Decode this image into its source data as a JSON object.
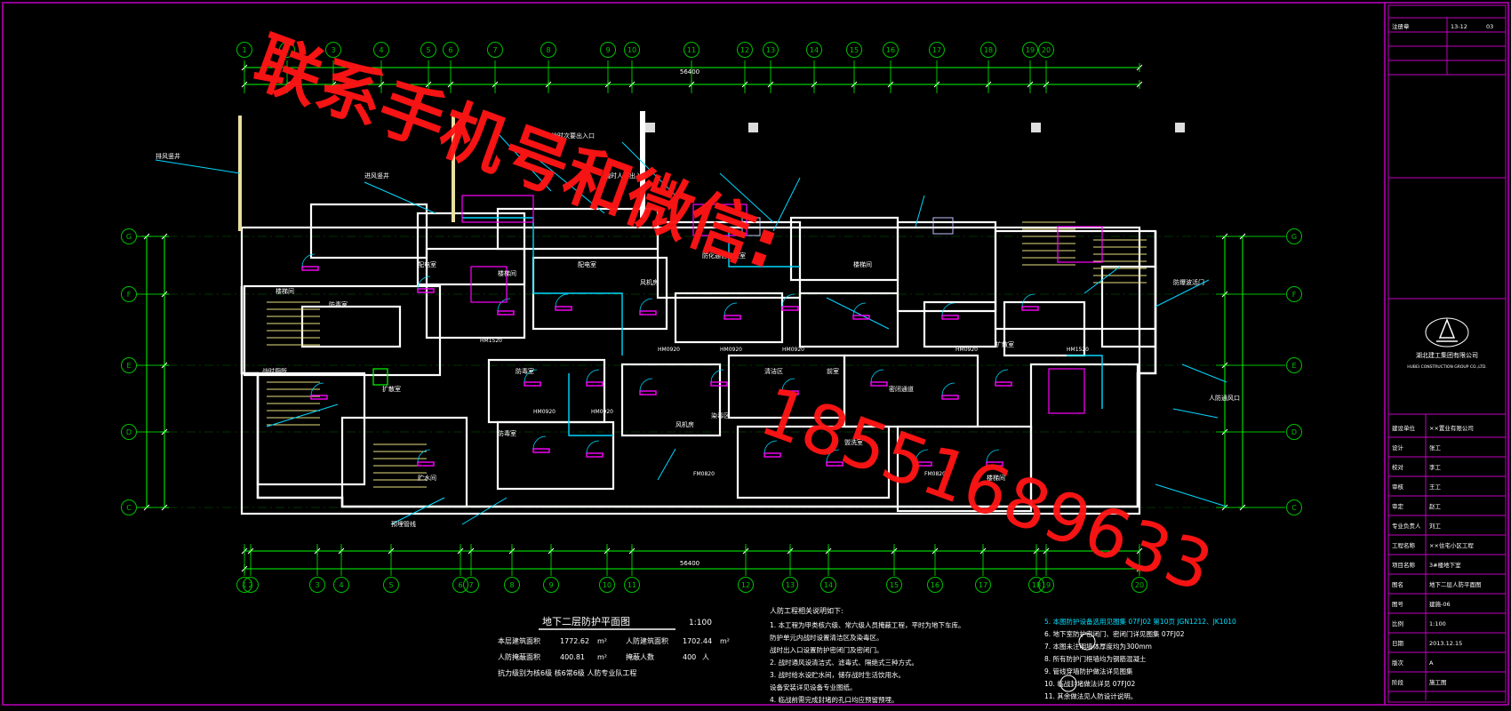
{
  "drawing": {
    "title": "地下二层防护平面图",
    "scale": "1:100",
    "grid_top": [
      "1",
      "2",
      "3",
      "4",
      "5",
      "6",
      "7",
      "8",
      "9",
      "10",
      "11",
      "12",
      "13",
      "14",
      "15",
      "16",
      "17",
      "18",
      "19",
      "20"
    ],
    "grid_bottom": [
      "1",
      "2",
      "3",
      "4",
      "5",
      "6",
      "7",
      "8",
      "9",
      "10",
      "11",
      "12",
      "13",
      "14",
      "15",
      "16",
      "17",
      "18",
      "19",
      "20"
    ],
    "grid_left": [
      "G",
      "F",
      "E",
      "D",
      "C"
    ],
    "grid_right": [
      "G",
      "F",
      "E",
      "D",
      "C"
    ],
    "overall_dim": "56400",
    "rooms": [
      "楼梯间",
      "防毒室",
      "配电室",
      "战时厕所",
      "扩散室",
      "楼梯间",
      "防化通信值班室",
      "配电室",
      "防毒室",
      "风机房",
      "楼梯间",
      "前室",
      "密闭通道",
      "清洁区",
      "染毒区",
      "扩散室",
      "防毒室",
      "风机房",
      "盥洗室",
      "楼梯间",
      "贮水间"
    ],
    "doors": [
      "HM0920",
      "HM0920",
      "HM0920",
      "HM0920",
      "HM0920",
      "HM0920",
      "HM1520",
      "HM1520",
      "FM0820",
      "FM0820"
    ],
    "callouts": [
      "排风竖井",
      "进风竖井",
      "战时人员出入口",
      "战时次要出入口",
      "防爆波活门",
      "人防通风口",
      "预埋管线"
    ]
  },
  "stats": {
    "area_label": "本层建筑面积",
    "area_value": "1772.62",
    "unit": "m²",
    "civil_area_label": "人防建筑面积",
    "civil_area_value": "1702.44",
    "protected_label": "人防掩蔽面积",
    "protected_value": "400.81",
    "people_label": "掩蔽人数",
    "people_value": "400",
    "people_unit": "人",
    "note": "抗力级别为核6级 核6常6级 人防专业队工程"
  },
  "notes": {
    "heading": "人防工程相关说明如下:",
    "items": [
      "1. 本工程为甲类核六级、常六级人员掩蔽工程，平时为地下车库。",
      "   防护单元内战时设置清洁区及染毒区。",
      "   战时出入口设置防护密闭门及密闭门。",
      "2. 战时通风设清洁式、滤毒式、隔绝式三种方式。",
      "3. 战时给水设贮水间，储存战时生活饮用水。",
      "   设备安装详见设备专业图纸。",
      "4. 临战前需完成封堵的孔口均应预留预埋。"
    ],
    "right_items": [
      "5. 本图防护设备选用见图集 07FJ02 第10页 JGN1212、JK1010",
      "6. 地下室防护密闭门、密闭门详见图集 07FJ02",
      "7. 本图未注明墙体厚度均为300mm",
      "8. 所有防护门框墙均为钢筋混凝土",
      "9. 管线穿墙防护做法详见图集",
      "10. 临战封堵做法详见 07FJ02",
      "11. 其余做法见人防设计说明。"
    ]
  },
  "title_block": {
    "company_cn": "湖北建工集团有限公司",
    "company_en": "HUBEI CONSTRUCTION GROUP CO.,LTD.",
    "labels": [
      "建设单位",
      "设计",
      "校对",
      "审核",
      "审定",
      "专业负责人",
      "工程名称",
      "项目名称",
      "图名",
      "图号",
      "比例",
      "日期",
      "版次",
      "阶段"
    ],
    "values": [
      "××置业有限公司",
      "张工",
      "李工",
      "王工",
      "赵工",
      "刘工",
      "××住宅小区工程",
      "3#楼地下室",
      "地下二层人防平面图",
      "建施-06",
      "1:100",
      "2013.12.15",
      "A",
      "施工图"
    ],
    "sheet_code": "13-12",
    "rev": "03",
    "stamp": "注册章"
  },
  "watermark": {
    "line1": "联系手机号和微信:",
    "line2": "18551689633"
  },
  "colors": {
    "background": "#000000",
    "wall": "#ffffff",
    "grid": "#00c000",
    "dim": "#00ff00",
    "duct": "#00d8ff",
    "door": "#ff00ff",
    "frame": "#c000c0",
    "watermark": "#ff1414"
  }
}
